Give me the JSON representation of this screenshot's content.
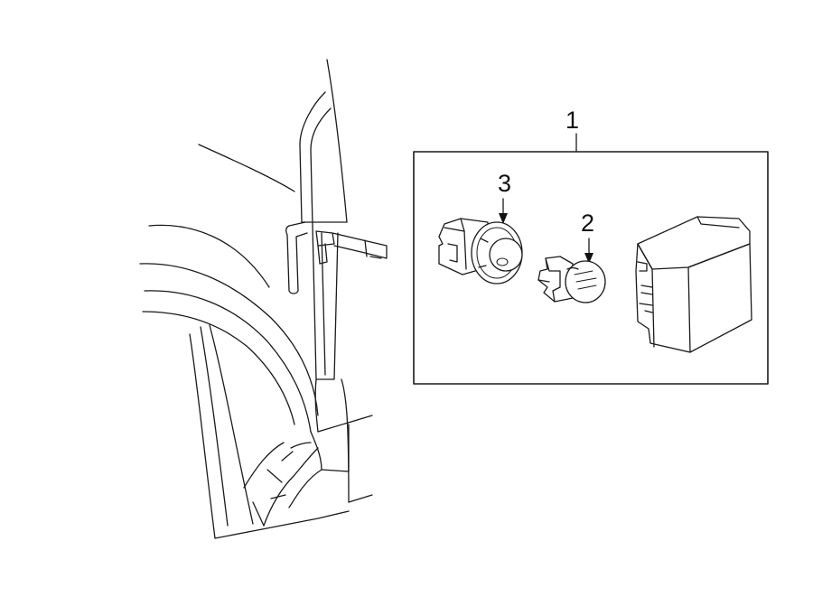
{
  "callouts": [
    {
      "id": "assembly",
      "label": "1"
    },
    {
      "id": "bulb-small",
      "label": "2"
    },
    {
      "id": "bulb-socket",
      "label": "3"
    }
  ],
  "colors": {
    "line": "#1a1a1a",
    "background": "#ffffff"
  }
}
